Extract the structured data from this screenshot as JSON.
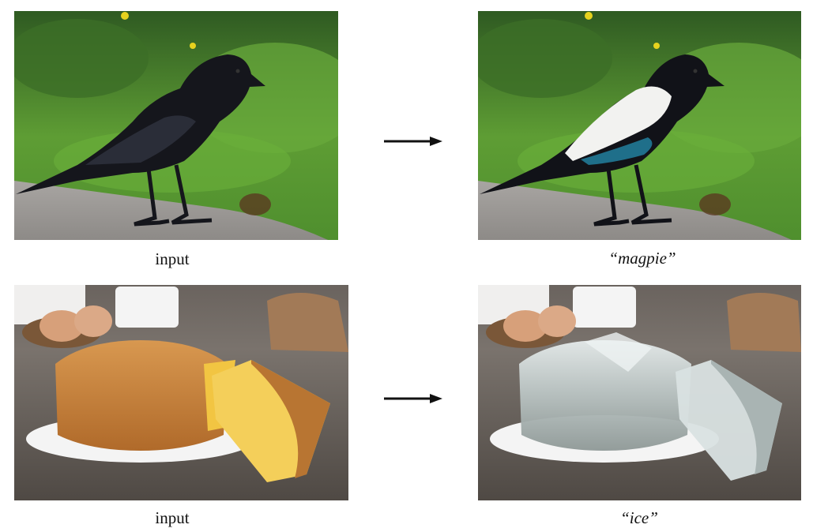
{
  "rows": [
    {
      "input_caption": "input",
      "output_caption": "“magpie”",
      "input_image": "crow-photo",
      "output_image": "magpie-photo"
    },
    {
      "input_caption": "input",
      "output_caption": "“ice”",
      "input_image": "sponge-cake-photo",
      "output_image": "ice-cake-photo"
    }
  ],
  "colors": {
    "arrow": "#111111",
    "grass": "#4f8f2e",
    "ground": "#9c9a97",
    "table": "#5b5550"
  }
}
